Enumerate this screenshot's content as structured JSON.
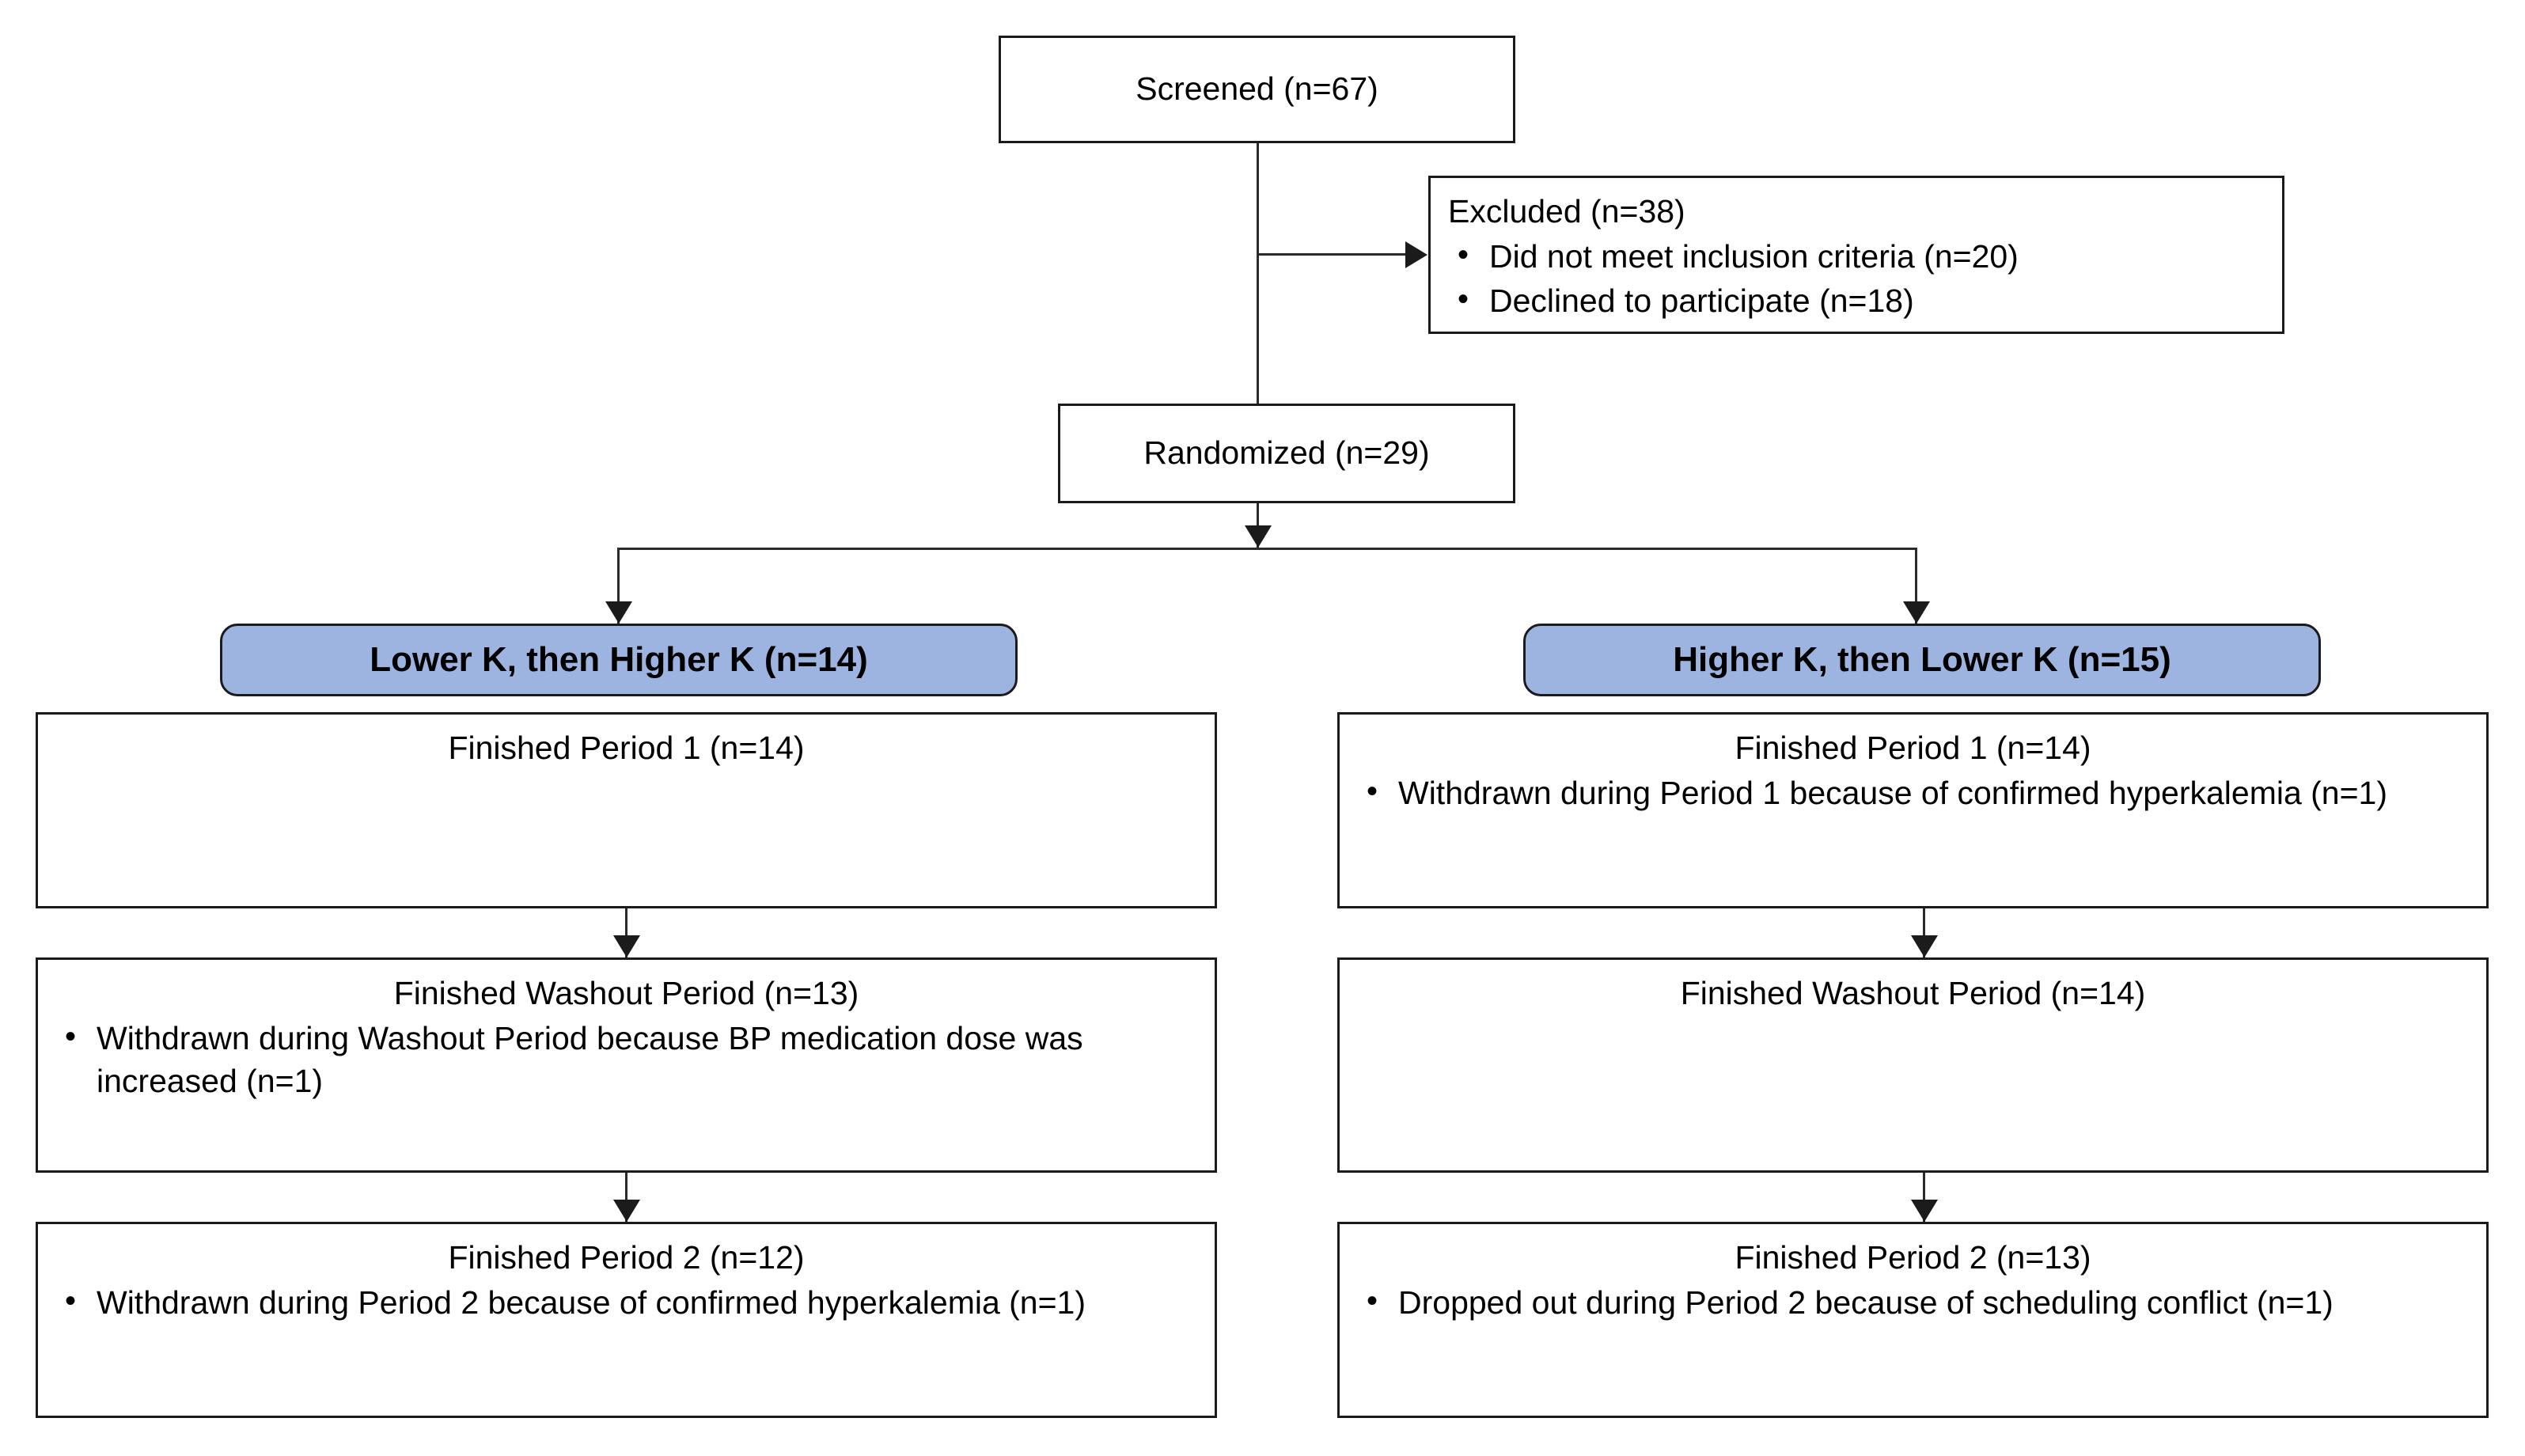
{
  "diagram": {
    "type": "consort-flow-diagram",
    "accent_blue": "#9db4e0",
    "line_color": "#2b2b2b",
    "border_color": "#1b1b1b",
    "background": "#ffffff"
  },
  "enrollment": {
    "screened": {
      "title": "Screened (n=67)"
    },
    "excluded": {
      "title": "Excluded (n=38)",
      "bullets": [
        "Did not meet inclusion criteria (n=20)",
        "Declined to participate (n=18)"
      ]
    },
    "randomized": {
      "title": "Randomized (n=29)"
    }
  },
  "arms": [
    {
      "header": "Lower K, then Higher K (n=14)",
      "steps": [
        {
          "title": "Finished Period 1 (n=14)",
          "bullets": []
        },
        {
          "title": "Finished Washout Period (n=13)",
          "bullets": [
            "Withdrawn during Washout Period because BP medication dose was increased (n=1)"
          ]
        },
        {
          "title": "Finished Period 2 (n=12)",
          "bullets": [
            "Withdrawn during Period 2 because of confirmed hyperkalemia (n=1)"
          ]
        }
      ]
    },
    {
      "header": "Higher K, then Lower K (n=15)",
      "steps": [
        {
          "title": "Finished Period 1 (n=14)",
          "bullets": [
            "Withdrawn during Period 1 because of confirmed hyperkalemia (n=1)"
          ]
        },
        {
          "title": "Finished Washout Period (n=14)",
          "bullets": []
        },
        {
          "title": "Finished Period 2 (n=13)",
          "bullets": [
            "Dropped out during Period 2 because of scheduling conflict (n=1)"
          ]
        }
      ]
    }
  ]
}
